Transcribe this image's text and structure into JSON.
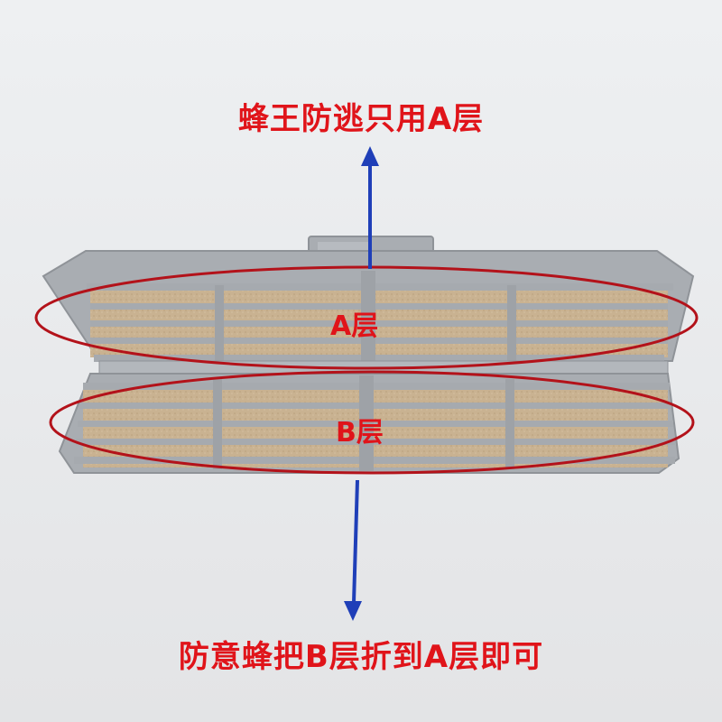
{
  "captions": {
    "top": "蜂王防逃只用A层",
    "bottom": "防意蜂把B层折到A层即可"
  },
  "layers": {
    "a_label": "A层",
    "b_label": "B层"
  },
  "colors": {
    "background": "#e9eaec",
    "frame": "#a9adb2",
    "frame_dark": "#8f9398",
    "mesh_fill": "#c9b291",
    "ellipse_red": "#b3121a",
    "text_red": "#e0141a",
    "arrow_blue": "#1f3fb8"
  }
}
